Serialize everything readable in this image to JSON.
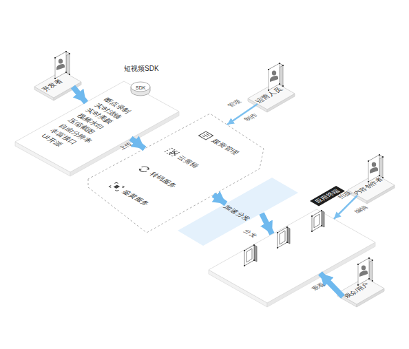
{
  "diagram": {
    "nodes": [
      {
        "text": [
          "开发者"
        ]
      },
      {
        "text": [
          "短视频SDK",
          "SDK"
        ]
      },
      {
        "text": [
          "断点录制",
          "实时滤镜",
          "实时美颜",
          "视频水印",
          "压缩截图",
          "自由分辨率",
          "丰富接口",
          "UI开源"
        ]
      },
      {
        "text": [
          "运营人员"
        ]
      },
      {
        "text": [
          "媒资管理",
          "云剪辑",
          "转码服务",
          "鉴黄服务"
        ]
      },
      {
        "text": [
          "内容创作者"
        ]
      },
      {
        "text": [
          "加速分发"
        ]
      },
      {
        "text": [
          "应用终端"
        ]
      },
      {
        "text": [
          "观众/用户"
        ]
      }
    ],
    "edges": [
      {
        "from": 0,
        "to": 2,
        "arrow": "to"
      },
      {
        "from": 2,
        "to": 4,
        "label": "上传",
        "arrow": "to"
      },
      {
        "from": 3,
        "to": 4,
        "label": "管理",
        "arrow": "to"
      },
      {
        "from": 4,
        "to": 6,
        "arrow": "to"
      },
      {
        "from": 6,
        "to": 7,
        "label": "分发",
        "arrow": "to"
      },
      {
        "from": 5,
        "to": 7,
        "label": "拍摄",
        "arrow": "to"
      },
      {
        "from": 8,
        "to": 7,
        "label": "观看",
        "arrow": "to"
      }
    ],
    "labels": [
      "制作",
      "编辑"
    ]
  }
}
